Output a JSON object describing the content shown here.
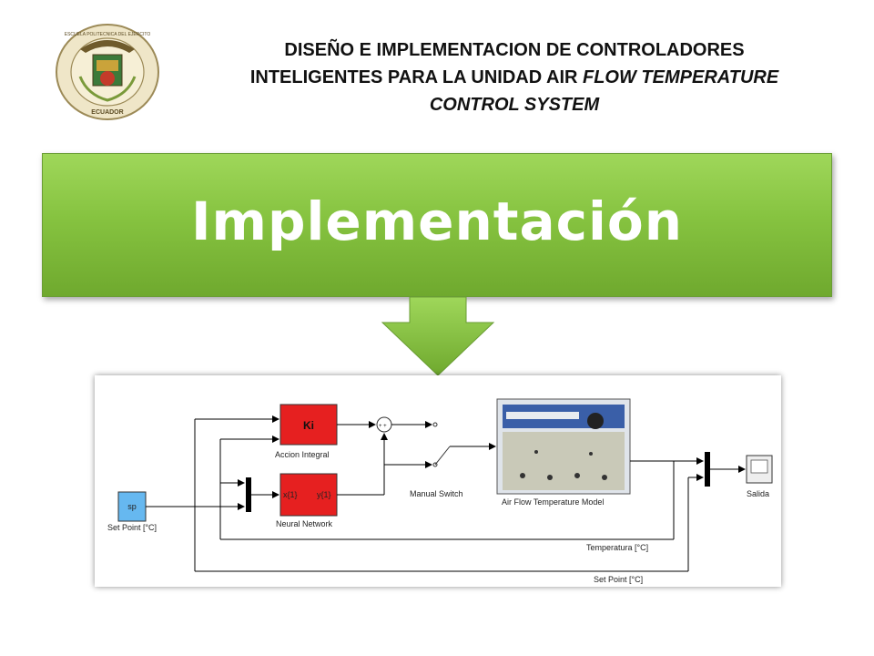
{
  "header": {
    "title_line1": "DISEÑO E IMPLEMENTACION DE CONTROLADORES",
    "title_line2_plain": "INTELIGENTES PARA LA UNIDAD AIR ",
    "title_line2_italic": "FLOW TEMPERATURE",
    "title_line3_italic": "CONTROL SYSTEM",
    "seal_text_top": "ESCUELA POLITECNICA DEL EJERCITO",
    "seal_text_bottom": "ECUADOR"
  },
  "banner": {
    "label": "Implementación",
    "color": "#86c340"
  },
  "diagram": {
    "blocks": {
      "setpoint_source": {
        "text": "sp",
        "caption": "Set Point [°C]"
      },
      "ki": {
        "text": "Ki",
        "caption": "Accion Integral"
      },
      "neural": {
        "in": "x{1}",
        "out": "y{1}",
        "caption": "Neural Network"
      },
      "sum": {
        "signs": "+ +"
      },
      "switch": {
        "caption": "Manual Switch"
      },
      "model": {
        "caption": "Air Flow Temperature Model"
      },
      "scope": {
        "caption": "Salida"
      }
    },
    "signals": {
      "temperature": "Temperatura [°C]",
      "setpoint": "Set Point [°C]"
    },
    "colors": {
      "source": "#66b8f0",
      "red_block": "#e62020"
    }
  }
}
